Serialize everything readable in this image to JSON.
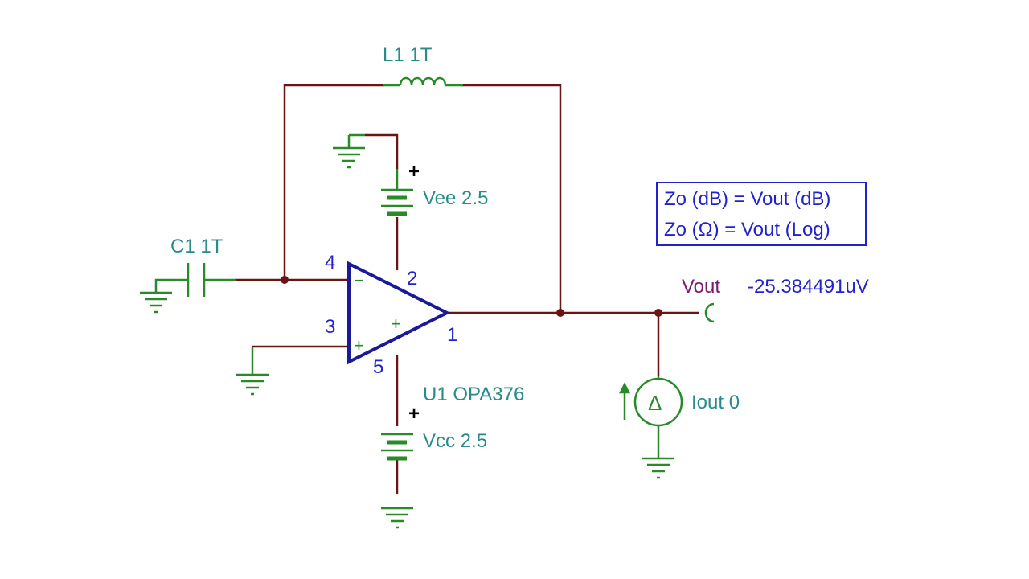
{
  "components": {
    "inductor": {
      "label": "L1 1T"
    },
    "capacitor": {
      "label": "C1 1T"
    },
    "vee": {
      "label": "Vee 2.5",
      "polarity": "+"
    },
    "vcc": {
      "label": "Vcc 2.5",
      "polarity": "+"
    },
    "opamp": {
      "label": "U1 OPA376",
      "pins": {
        "inv": "4",
        "vplus": "2",
        "noninv": "3",
        "vminus": "5",
        "out": "1"
      },
      "inv_sign": "−",
      "noninv_sign": "+"
    },
    "current_source": {
      "label": "Iout 0",
      "symbol": "Δ"
    }
  },
  "probe": {
    "name": "Vout",
    "value": "-25.384491uV"
  },
  "annotation": {
    "line1": "Zo (dB) = Vout (dB)",
    "line2": "Zo (Ω) = Vout (Log)"
  },
  "colors": {
    "wire": "#6b1414",
    "component": "#2a8a2a",
    "opamp": "#1a1a99",
    "label": "#2a8a8a",
    "pin": "#2222cc",
    "probe": "#7a1a6a"
  }
}
